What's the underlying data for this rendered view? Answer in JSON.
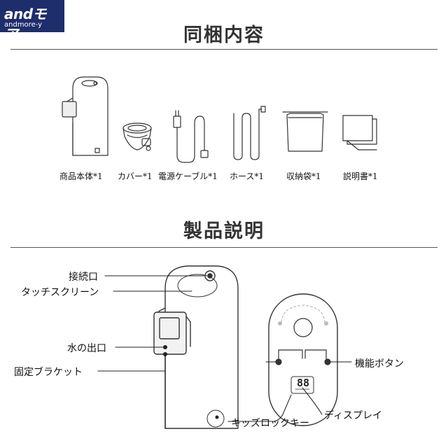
{
  "logo": {
    "brand": "andモア.",
    "sub": "andmore-y"
  },
  "sections": {
    "contents_title": "同梱内容",
    "description_title": "製品説明"
  },
  "contents": [
    {
      "name": "main-unit",
      "label": "商品本体*1"
    },
    {
      "name": "cover",
      "label": "カバー*1"
    },
    {
      "name": "power-cable",
      "label": "電源ケーブル*1"
    },
    {
      "name": "hose",
      "label": "ホース*1"
    },
    {
      "name": "storage-bag",
      "label": "収納袋*1"
    },
    {
      "name": "manual",
      "label": "説明書*1"
    }
  ],
  "callouts": {
    "connection_port": "接続口",
    "touch_screen": "タッチスクリーン",
    "water_outlet": "水の出口",
    "fixed_bracket": "固定ブラケット",
    "function_button": "機能ボタン",
    "display": "ディスプレイ",
    "child_lock_key": "キッズロックキー"
  },
  "display": {
    "digits": "88"
  }
}
